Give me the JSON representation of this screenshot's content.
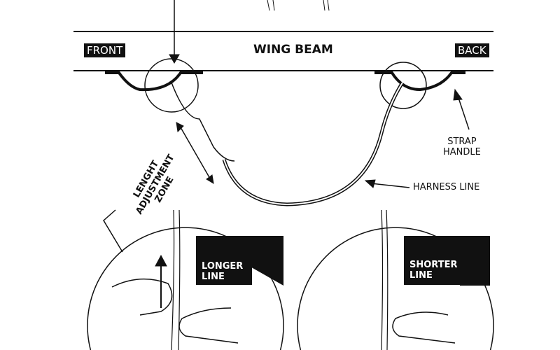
{
  "beam": {
    "title": "WING BEAM",
    "front": "FRONT",
    "back": "BACK"
  },
  "labels": {
    "strap_handle_1": "STRAP",
    "strap_handle_2": "HANDLE",
    "harness_line": "HARNESS LINE",
    "zone_1": "LENGHT",
    "zone_2": "ADJUSTMENT",
    "zone_3": "ZONE"
  },
  "insets": {
    "longer_1": "LONGER",
    "longer_2": "LINE",
    "shorter_1": "SHORTER",
    "shorter_2": "LINE"
  }
}
